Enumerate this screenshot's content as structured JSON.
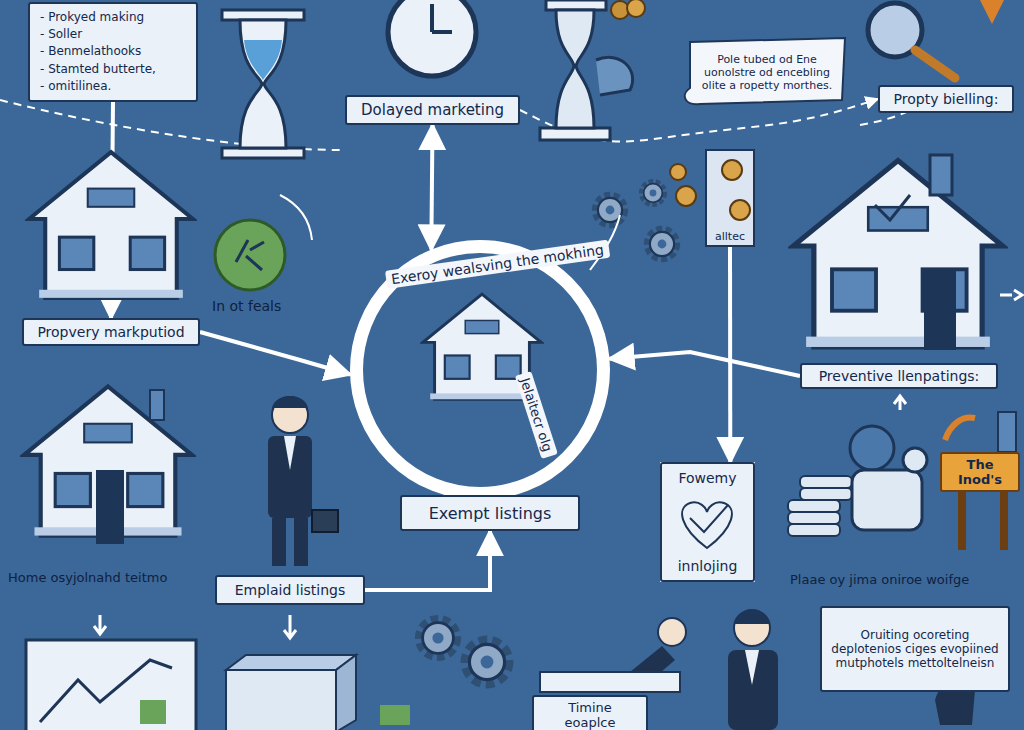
{
  "diagram": {
    "nodes": [
      {
        "text": [
          "- Prokyed making",
          "- Soller",
          "- Benmelathooks",
          "- Stamted butterte,",
          "- omitilinea."
        ]
      },
      {
        "text": [
          "Dolayed marketing"
        ]
      },
      {
        "text": [
          "Pole tubed od Ene uonolstre od encebling olite a ropetty morthes."
        ]
      },
      {
        "text": [
          "Propty bielling:"
        ]
      },
      {
        "text": [
          "Propvery markputiod"
        ]
      },
      {
        "text": [
          "Exeroy wealsving the mokhing",
          "Jelaitecr olg"
        ]
      },
      {
        "text": [
          "Exempt listings"
        ]
      },
      {
        "text": [
          "Preventive llenpatings:"
        ]
      },
      {
        "text": [
          "Fowemy",
          "innlojing"
        ]
      },
      {
        "text": [
          "Emplaid listings"
        ]
      },
      {
        "text": [
          "The Inod's"
        ]
      },
      {
        "text": [
          "Oruiting ocoreting deplotenios ciges evopiined mutphotels mettoltelneisn"
        ]
      },
      {
        "text": [
          "Timine eoaplce"
        ]
      },
      {
        "text": [
          "alltec"
        ]
      }
    ],
    "edges": [
      {
        "from": 0,
        "to": 4,
        "arrow": "to"
      },
      {
        "from": 1,
        "to": 5,
        "arrow": "both"
      },
      {
        "from": 1,
        "to": 3,
        "arrow": "to"
      },
      {
        "from": 4,
        "to": 5,
        "arrow": "to"
      },
      {
        "from": 7,
        "to": 5,
        "arrow": "to"
      },
      {
        "from": 13,
        "to": 8,
        "arrow": "to"
      },
      {
        "from": 9,
        "to": 6,
        "arrow": "to"
      }
    ],
    "labels": [
      "In ot feals",
      "Home osyjolnahd teitmo",
      "Plaae oy jima oniroe woifge"
    ]
  }
}
